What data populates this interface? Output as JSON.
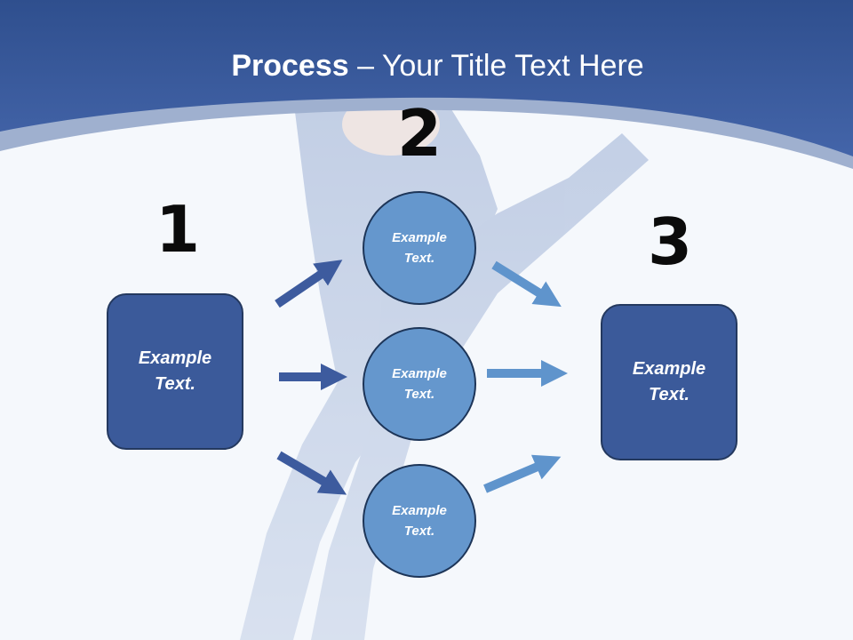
{
  "title": {
    "bold": "Process",
    "rest": " – Your Title Text Here"
  },
  "steps": {
    "one": "1",
    "two": "2",
    "three": "3"
  },
  "left_box": "Example\nText.",
  "circles": [
    "Example\nText.",
    "Example\nText.",
    "Example\nText."
  ],
  "right_box": "Example\nText.",
  "colors": {
    "header_blue": "#3a5da0",
    "box_fill": "#3b5a9a",
    "circle_fill": "#6597cd",
    "dark_arrow": "#3d5b9e",
    "light_arrow": "#5f94cc"
  }
}
